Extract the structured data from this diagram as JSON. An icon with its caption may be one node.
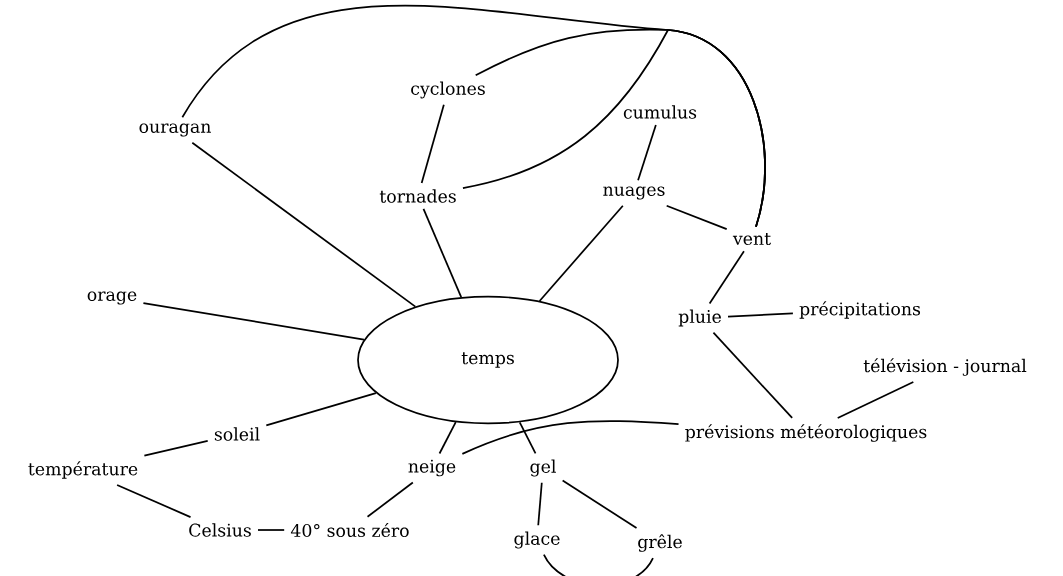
{
  "diagram": {
    "nodes": [
      {
        "text": [
          "ouragan"
        ]
      },
      {
        "text": [
          "cyclones"
        ]
      },
      {
        "text": [
          "cumulus"
        ]
      },
      {
        "text": [
          "tornades"
        ]
      },
      {
        "text": [
          "nuages"
        ]
      },
      {
        "text": [
          "vent"
        ]
      },
      {
        "text": [
          "orage"
        ]
      },
      {
        "text": [
          "temps"
        ]
      },
      {
        "text": [
          "pluie"
        ]
      },
      {
        "text": [
          "précipitations"
        ]
      },
      {
        "text": [
          "télévision - journal"
        ]
      },
      {
        "text": [
          "soleil"
        ]
      },
      {
        "text": [
          "prévisions météorologiques"
        ]
      },
      {
        "text": [
          "température"
        ]
      },
      {
        "text": [
          "neige"
        ]
      },
      {
        "text": [
          "gel"
        ]
      },
      {
        "text": [
          "Celsius"
        ]
      },
      {
        "text": [
          "40° sous zéro"
        ]
      },
      {
        "text": [
          "glace"
        ]
      },
      {
        "text": [
          "grêle"
        ]
      }
    ],
    "edges": [
      {
        "from": 0,
        "to": 7,
        "arrow": "none"
      },
      {
        "from": 1,
        "to": 3,
        "arrow": "none"
      },
      {
        "from": 3,
        "to": 7,
        "arrow": "none"
      },
      {
        "from": 2,
        "to": 4,
        "arrow": "none"
      },
      {
        "from": 4,
        "to": 7,
        "arrow": "none"
      },
      {
        "from": 4,
        "to": 5,
        "arrow": "none"
      },
      {
        "from": 0,
        "to": 5,
        "arrow": "none"
      },
      {
        "from": 1,
        "to": 5,
        "arrow": "none"
      },
      {
        "from": 3,
        "to": 5,
        "arrow": "none"
      },
      {
        "from": 5,
        "to": 8,
        "arrow": "none"
      },
      {
        "from": 8,
        "to": 9,
        "arrow": "none"
      },
      {
        "from": 6,
        "to": 7,
        "arrow": "none"
      },
      {
        "from": 8,
        "to": 12,
        "arrow": "none"
      },
      {
        "from": 12,
        "to": 10,
        "arrow": "none"
      },
      {
        "from": 7,
        "to": 11,
        "arrow": "none"
      },
      {
        "from": 11,
        "to": 13,
        "arrow": "none"
      },
      {
        "from": 13,
        "to": 16,
        "arrow": "none"
      },
      {
        "from": 16,
        "to": 17,
        "arrow": "none"
      },
      {
        "from": 14,
        "to": 17,
        "arrow": "none"
      },
      {
        "from": 7,
        "to": 14,
        "arrow": "none"
      },
      {
        "from": 7,
        "to": 15,
        "arrow": "none"
      },
      {
        "from": 12,
        "to": 14,
        "arrow": "none"
      },
      {
        "from": 15,
        "to": 18,
        "arrow": "none"
      },
      {
        "from": 15,
        "to": 19,
        "arrow": "none"
      },
      {
        "from": 18,
        "to": 19,
        "arrow": "none"
      }
    ]
  }
}
